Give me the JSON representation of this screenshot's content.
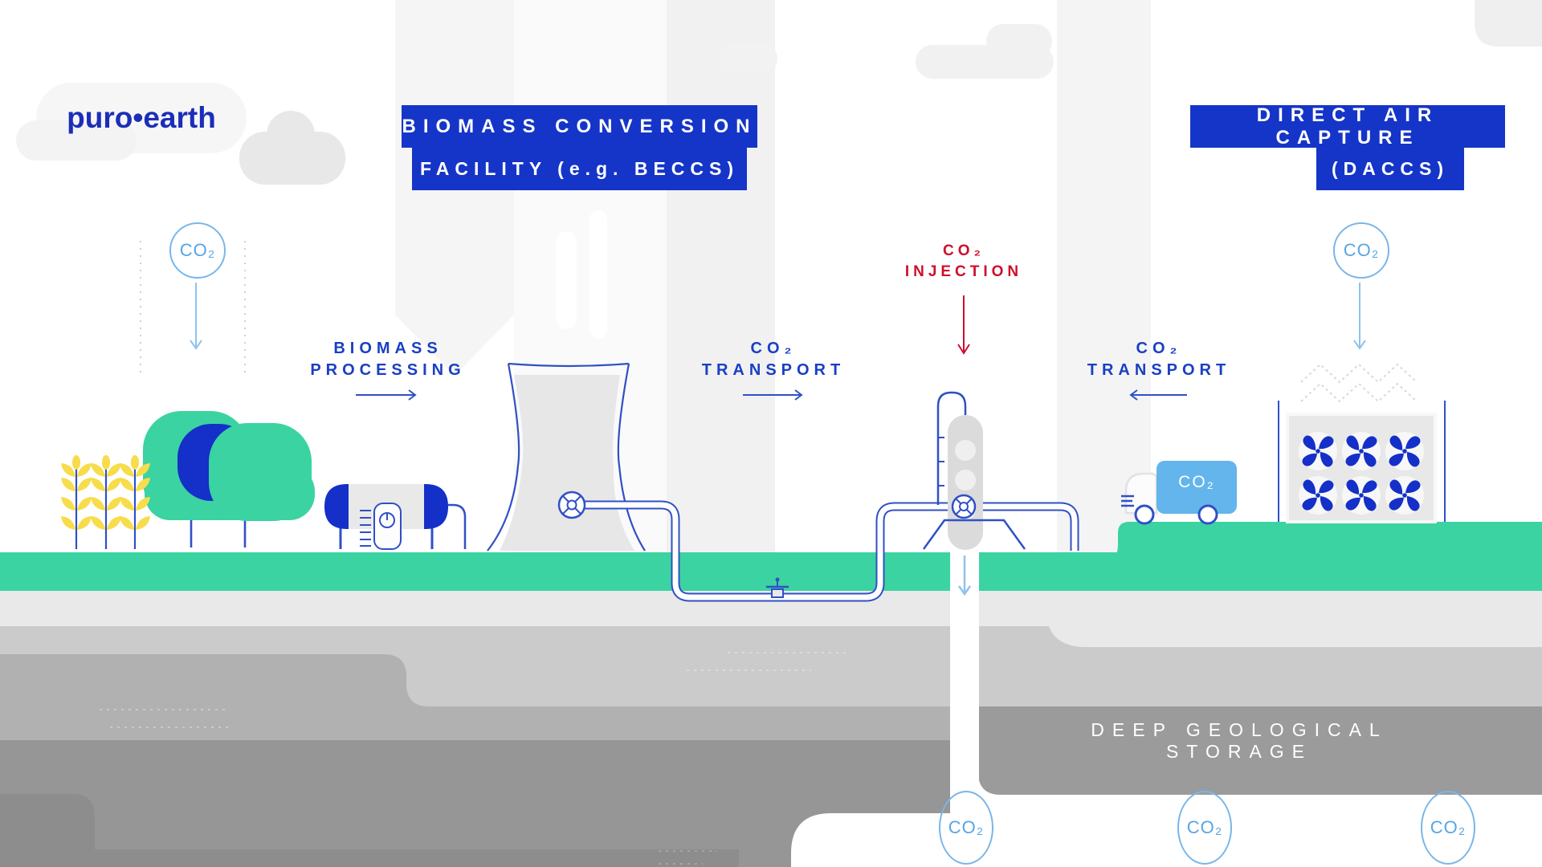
{
  "colors": {
    "brand_blue": "#1535C8",
    "logo_blue": "#1C2EB8",
    "label_blue": "#1A3FC4",
    "royal_blue": "#1430C8",
    "line_blue": "#3050C6",
    "injection_red": "#CE0E2D",
    "teal_green": "#3BD3A2",
    "truck_blue": "#63B5EC",
    "badge_blue": "#57A5E5",
    "wheat_yellow": "#F7DC4B",
    "storage_gray": "#9B9B9B",
    "arrow_light_blue": "#8FC2EC"
  },
  "logo": {
    "text": "puro•earth"
  },
  "banners": {
    "biomass": {
      "line1": "BIOMASS CONVERSION",
      "line2": "FACILITY (e.g. BECCS)"
    },
    "dac": {
      "line1": "DIRECT AIR CAPTURE",
      "line2": "(DACCS)"
    }
  },
  "labels": {
    "biomass_processing": {
      "line1": "BIOMASS",
      "line2": "PROCESSING"
    },
    "co2_transport_left": {
      "line1": "CO₂",
      "line2": "TRANSPORT"
    },
    "co2_injection": {
      "line1": "CO₂",
      "line2": "INJECTION"
    },
    "co2_transport_right": {
      "line1": "CO₂",
      "line2": "TRANSPORT"
    },
    "deep_storage": "DEEP GEOLOGICAL STORAGE"
  },
  "badges": {
    "co2": "CO₂"
  },
  "truck": {
    "label": "CO₂"
  }
}
